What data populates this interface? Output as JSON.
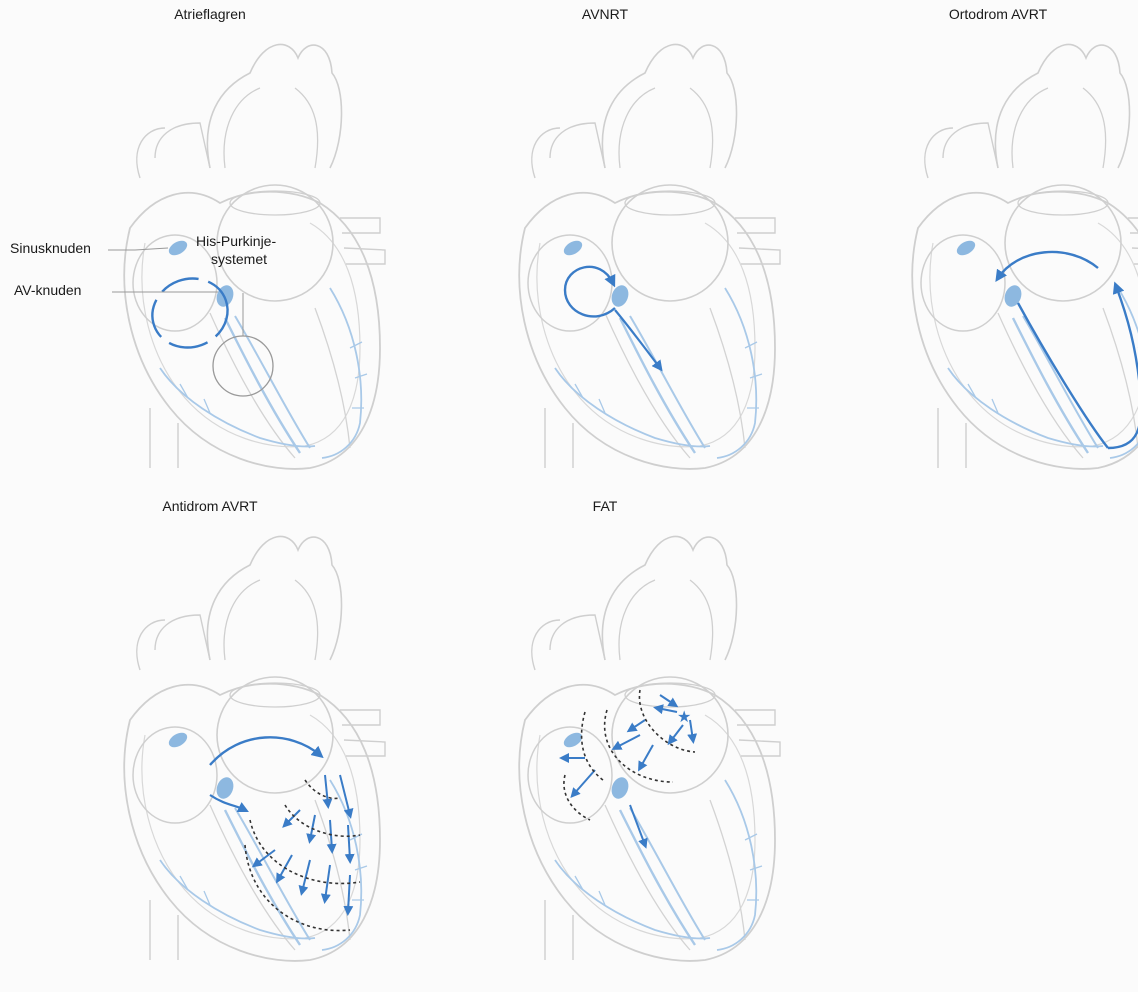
{
  "panels": [
    {
      "title": "Atrieflagren"
    },
    {
      "title": "AVNRT"
    },
    {
      "title": "Ortodrom AVRT"
    },
    {
      "title": "Antidrom AVRT"
    },
    {
      "title": "FAT"
    }
  ],
  "callouts": {
    "sinus": "Sinusknuden",
    "av": "AV-knuden",
    "his_line1": "His-Purkinje-",
    "his_line2": "systemet"
  },
  "colors": {
    "outline": "#cfcfcf",
    "conduction": "#a9c9e8",
    "node": "#8db8e0",
    "pathway": "#3a7cc7",
    "wavefront": "#333333",
    "callout_line": "#999999"
  }
}
